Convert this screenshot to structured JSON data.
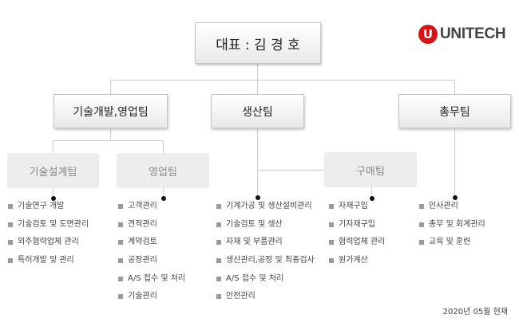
{
  "company": {
    "logo_mark": "U",
    "logo_text": "UNITECH",
    "ceo_label": "대표 : 김 경 호"
  },
  "teams": {
    "tech_sales": {
      "label": "기술개발,영업팀"
    },
    "production": {
      "label": "생산팀"
    },
    "general": {
      "label": "총무팀"
    }
  },
  "sub_teams": {
    "tech_design": {
      "label": "기술설계팀"
    },
    "sales": {
      "label": "영업팀"
    },
    "purchasing": {
      "label": "구매팀"
    }
  },
  "duties": {
    "tech_design": [
      "기술연구 개발",
      "기술검토 및 도면관리",
      "외주협력업체 관리",
      "특허개발 및 관리"
    ],
    "sales": [
      "고객관리",
      "견적관리",
      "계약검토",
      "공정관리",
      "A/S 접수 및 처리",
      "기술관리"
    ],
    "production": [
      "기계가공 및 생산설비관리",
      "기술검토 및 생산",
      "자재 및 부품관리",
      "생산관리,공정 및 최종검사",
      "A/S 접수 및 처리",
      "안전관리"
    ],
    "purchasing": [
      "자재구입",
      "기자재구입",
      "협력업체 관리",
      "원가계산"
    ],
    "general": [
      "인사관리",
      "총무 및 회계관리",
      "교육 및 훈련"
    ]
  },
  "footer": {
    "date": "2020년 05월 현재"
  },
  "colors": {
    "logo_red": "#d41319",
    "line": "#cccccc",
    "sub_box": "#ededed",
    "bullet": "#9a9a9a"
  }
}
